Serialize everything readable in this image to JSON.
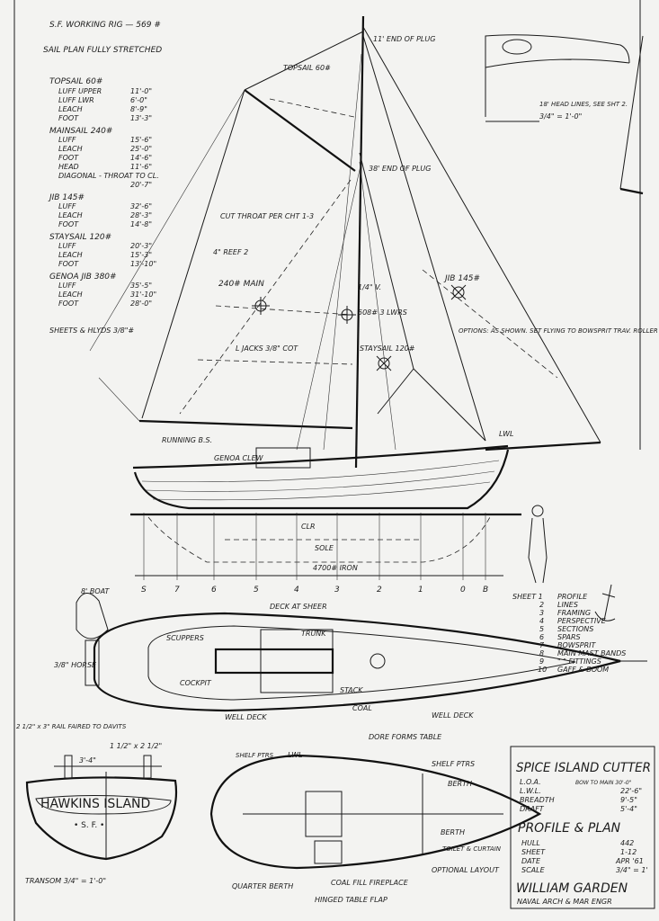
{
  "header_note": "S.F. WORKING RIG — 569 #",
  "sail_plan_title": "SAIL PLAN FULLY STRETCHED",
  "sail_table": [
    {
      "sail": "TOPSAIL 60#",
      "rows": [
        [
          "LUFF UPPER",
          "11'-0\""
        ],
        [
          "LUFF LWR",
          "6'-0\""
        ],
        [
          "LEACH",
          "8'-9\""
        ],
        [
          "FOOT",
          "13'-3\""
        ]
      ]
    },
    {
      "sail": "MAINSAIL 240#",
      "rows": [
        [
          "LUFF",
          "15'-6\""
        ],
        [
          "LEACH",
          "25'-0\""
        ],
        [
          "FOOT",
          "14'-6\""
        ],
        [
          "HEAD",
          "11'-6\""
        ],
        [
          "DIAGONAL - THROAT TO CL.",
          "20'-7\""
        ]
      ]
    },
    {
      "sail": "JIB 145#",
      "rows": [
        [
          "LUFF",
          "32'-6\""
        ],
        [
          "LEACH",
          "28'-3\""
        ],
        [
          "FOOT",
          "14'-8\""
        ]
      ]
    },
    {
      "sail": "STAYSAIL 120#",
      "rows": [
        [
          "LUFF",
          "20'-3\""
        ],
        [
          "LEACH",
          "15'-3\""
        ],
        [
          "FOOT",
          "13'-10\""
        ]
      ]
    },
    {
      "sail": "GENOA JIB 380#",
      "rows": [
        [
          "LUFF",
          "35'-5\""
        ],
        [
          "LEACH",
          "31'-10\""
        ],
        [
          "FOOT",
          "28'-0\""
        ]
      ]
    }
  ],
  "sheets_note": "SHEETS & HLYDS 3/8\"#",
  "labels": {
    "masthead": "11' END OF PLUG",
    "topsail": "TOPSAIL 60#",
    "hounds": "38' END OF PLUG",
    "cut_throat": "CUT THROAT PER CHT 1-3",
    "main_area": "240# MAIN",
    "reef": "4\" REEF 2",
    "rigging": "1/4\" V.",
    "total_area": "508# 3 LWRS",
    "jib": "JIB 145#",
    "staysail": "STAYSAIL 120#",
    "lazy_jacks": "L JACKS 3/8\" COT",
    "options": "OPTIONS: AS SHOWN. SET FLYING TO BOWSPRIT TRAV. ROLLER FURLING",
    "head_detail": "18' HEAD LINES, SEE SHT 2.",
    "head_scale": "3/4\" = 1'-0\"",
    "running_bs": "RUNNING B.S.",
    "genoa_clew": "GENOA CLEW",
    "lwl": "LWL",
    "clr": "CLR",
    "sole": "SOLE",
    "ballast": "4700# IRON",
    "deck_at_sheer": "DECK AT SHEER",
    "boat": "8' BOAT",
    "trunk": "TRUNK",
    "scuppers": "SCUPPERS",
    "horse": "3/8\" HORSE",
    "cockpit": "COCKPIT",
    "stack": "STACK",
    "coal": "COAL",
    "well_deck": "WELL DECK",
    "well_deck2": "WELL DECK",
    "rail": "2 1/2\" x 3\" RAIL FAIRED TO DAVITS",
    "transom_dim": "1 1/2\" x 2 1/2\"",
    "transom_top": "3'-4\"",
    "boat_name": "HAWKINS ISLAND",
    "home_port": "• S. F. •",
    "transom": "TRANSOM 3/4\" = 1'-0\"",
    "shelf_ptrs": "SHELF PTRS",
    "lwl2": "LWL",
    "dore_table": "DORE FORMS TABLE",
    "shelf_ptrs2": "SHELF PTRS",
    "berth": "BERTH",
    "berth2": "BERTH",
    "toilet": "TOILET & CURTAIN",
    "quarter": "QUARTER BERTH",
    "coal_fire": "COAL FILL FIREPLACE",
    "optional": "OPTIONAL LAYOUT",
    "hinged": "HINGED TABLE FLAP"
  },
  "stations": [
    "S",
    "7",
    "6",
    "5",
    "4",
    "3",
    "2",
    "1",
    "0",
    "B"
  ],
  "sheet_index": [
    [
      "SHEET 1",
      "PROFILE"
    ],
    [
      "2",
      "LINES"
    ],
    [
      "3",
      "FRAMING"
    ],
    [
      "4",
      "PERSPECTIVE"
    ],
    [
      "5",
      "SECTIONS"
    ],
    [
      "6",
      "SPARS"
    ],
    [
      "7",
      "BOWSPRIT"
    ],
    [
      "8",
      "MAIN MAST BANDS"
    ],
    [
      "9",
      "\" \" FITTINGS"
    ],
    [
      "10",
      "GAFF & BOOM"
    ]
  ],
  "title_block": {
    "title": "SPICE ISLAND CUTTER",
    "specs": [
      [
        "L.O.A.",
        "BOW TO MAIN 30'-0\""
      ],
      [
        "L.W.L.",
        "22'-6\""
      ],
      [
        "BREADTH",
        "9'-5\""
      ],
      [
        "DRAFT",
        "5'-4\""
      ]
    ],
    "subtitle": "PROFILE & PLAN",
    "meta": [
      [
        "HULL",
        "442"
      ],
      [
        "SHEET",
        "1-12"
      ],
      [
        "DATE",
        "APR '61"
      ],
      [
        "SCALE",
        "3/4\" = 1'"
      ]
    ],
    "designer": "WILLIAM GARDEN",
    "designer_role": "NAVAL ARCH & MAR ENGR"
  }
}
